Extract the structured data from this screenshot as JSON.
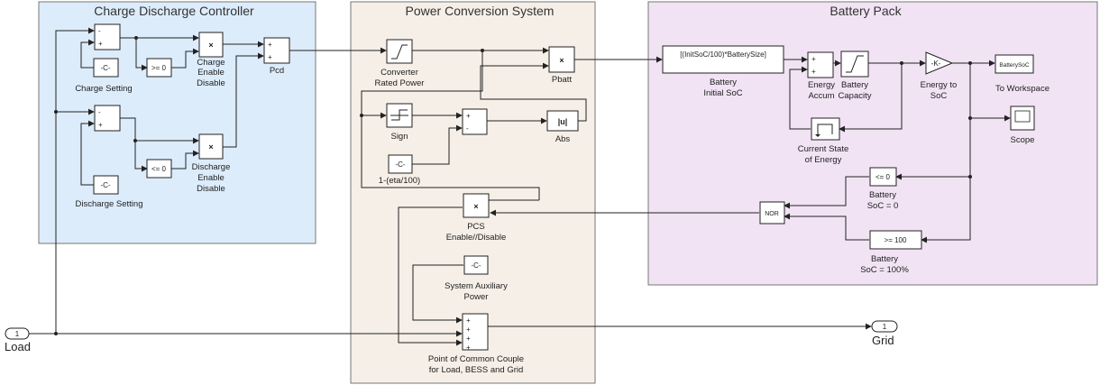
{
  "colors": {
    "controller_bg": "#dcecfb",
    "pcs_bg": "#f5efe7",
    "battery_bg": "#f1e3f4",
    "wire": "#222222"
  },
  "subsystems": {
    "charge_discharge_controller": "Charge Discharge Controller",
    "power_conversion_system": "Power Conversion System",
    "battery_pack": "Battery Pack"
  },
  "ports": {
    "load_number": "1",
    "load_label": "Load",
    "grid_number": "1",
    "grid_label": "Grid"
  },
  "blocks": {
    "charge_setting_text": "-C-",
    "charge_setting_label": "Charge Setting",
    "ge_zero_text": ">= 0",
    "charge_enable_label": [
      "Charge",
      "Enable",
      "Disable"
    ],
    "discharge_setting_text": "-C-",
    "discharge_setting_label": "Discharge Setting",
    "le_zero_text": "<= 0",
    "discharge_enable_label": [
      "Discharge",
      "Enable",
      "Disable"
    ],
    "pcd_label": "Pcd",
    "converter_label": [
      "Converter",
      "Rated Power"
    ],
    "sign_label": "Sign",
    "eta_text": "-C-",
    "eta_label": "1-(eta/100)",
    "abs_label": "Abs",
    "pbatt_label": "Pbatt",
    "pcs_enable_label": [
      "PCS",
      "Enable//Disable"
    ],
    "aux_text": "-C-",
    "aux_label": [
      "System Auxiliary",
      "Power"
    ],
    "pcc_label": [
      "Point of Common Couple",
      "for Load, BESS and Grid"
    ],
    "init_soc_text": "[(InitSoC/100)*BatterySize]",
    "init_soc_label": [
      "Battery",
      "Initial SoC"
    ],
    "energy_accum_label": [
      "Energy",
      "Accum"
    ],
    "battery_capacity_label": [
      "Battery",
      "Capacity"
    ],
    "gain_text": "-K-",
    "energy_to_soc_label": [
      "Energy to",
      "SoC"
    ],
    "workspace_text": "BatterySoC",
    "workspace_label": "To Workspace",
    "scope_label": "Scope",
    "current_energy_label": [
      "Current State",
      "of Energy"
    ],
    "soc0_text": "<= 0",
    "soc0_label": [
      "Battery",
      "SoC = 0"
    ],
    "nor_text": "NOR",
    "soc100_text": ">= 100",
    "soc100_label": [
      "Battery",
      "SoC = 100%"
    ],
    "product_text": "×",
    "abs_text": "|u|"
  }
}
